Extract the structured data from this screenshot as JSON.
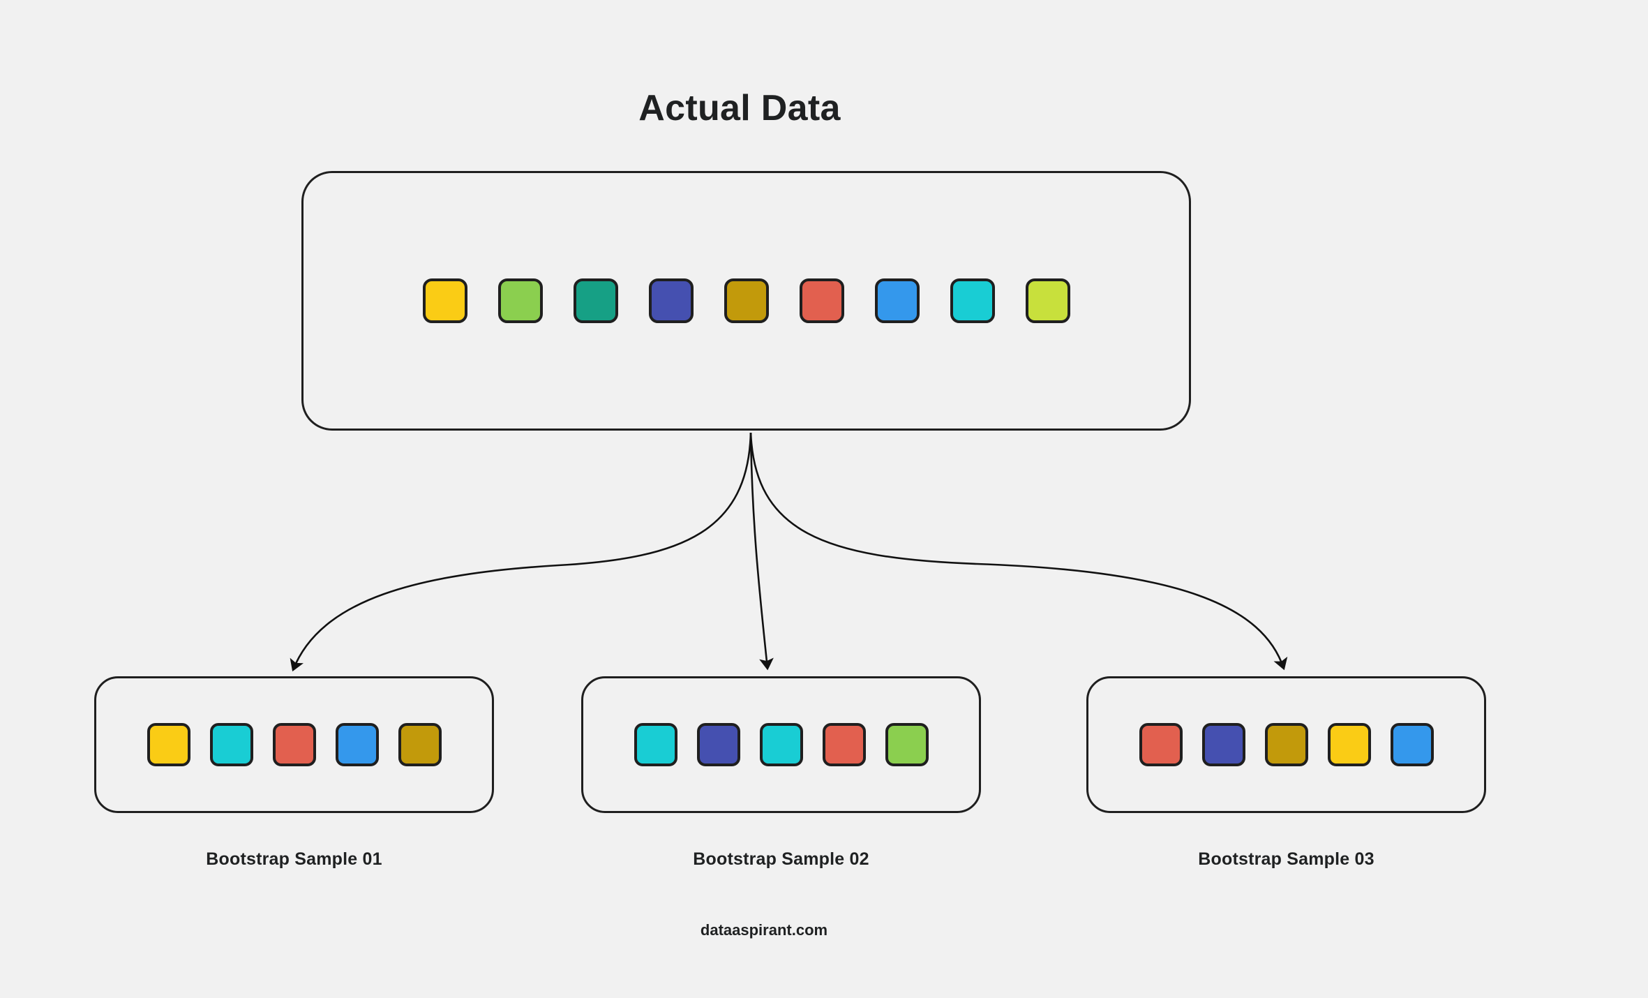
{
  "title": "Actual Data",
  "footer": "dataaspirant.com",
  "palette": {
    "background": "#f1f1f1",
    "stroke": "#1f1f1f",
    "text": "#1f2122",
    "yellow": "#facc15",
    "light_green": "#8bcf4f",
    "teal_green": "#16a085",
    "indigo": "#4550b0",
    "olive": "#c29a0b",
    "red": "#e2604f",
    "blue": "#3498ec",
    "cyan": "#19cdd4",
    "lime": "#c8e03c"
  },
  "actual_data": {
    "label": "Actual Data",
    "items": [
      {
        "index": 1,
        "color_name": "yellow",
        "color": "#facc15"
      },
      {
        "index": 2,
        "color_name": "light_green",
        "color": "#8bcf4f"
      },
      {
        "index": 3,
        "color_name": "teal_green",
        "color": "#16a085"
      },
      {
        "index": 4,
        "color_name": "indigo",
        "color": "#4550b0"
      },
      {
        "index": 5,
        "color_name": "olive",
        "color": "#c29a0b"
      },
      {
        "index": 6,
        "color_name": "red",
        "color": "#e2604f"
      },
      {
        "index": 7,
        "color_name": "blue",
        "color": "#3498ec"
      },
      {
        "index": 8,
        "color_name": "cyan",
        "color": "#19cdd4"
      },
      {
        "index": 9,
        "color_name": "lime",
        "color": "#c8e03c"
      }
    ]
  },
  "samples": [
    {
      "id": "sample-01",
      "label": "Bootstrap Sample 01",
      "items": [
        {
          "index": 1,
          "color_name": "yellow",
          "color": "#facc15"
        },
        {
          "index": 2,
          "color_name": "cyan",
          "color": "#19cdd4"
        },
        {
          "index": 3,
          "color_name": "red",
          "color": "#e2604f"
        },
        {
          "index": 4,
          "color_name": "blue",
          "color": "#3498ec"
        },
        {
          "index": 5,
          "color_name": "olive",
          "color": "#c29a0b"
        }
      ]
    },
    {
      "id": "sample-02",
      "label": "Bootstrap Sample 02",
      "items": [
        {
          "index": 1,
          "color_name": "cyan",
          "color": "#19cdd4"
        },
        {
          "index": 2,
          "color_name": "indigo",
          "color": "#4550b0"
        },
        {
          "index": 3,
          "color_name": "cyan",
          "color": "#19cdd4"
        },
        {
          "index": 4,
          "color_name": "red",
          "color": "#e2604f"
        },
        {
          "index": 5,
          "color_name": "light_green",
          "color": "#8bcf4f"
        }
      ]
    },
    {
      "id": "sample-03",
      "label": "Bootstrap Sample 03",
      "items": [
        {
          "index": 1,
          "color_name": "red",
          "color": "#e2604f"
        },
        {
          "index": 2,
          "color_name": "indigo",
          "color": "#4550b0"
        },
        {
          "index": 3,
          "color_name": "olive",
          "color": "#c29a0b"
        },
        {
          "index": 4,
          "color_name": "yellow",
          "color": "#facc15"
        },
        {
          "index": 5,
          "color_name": "blue",
          "color": "#3498ec"
        }
      ]
    }
  ],
  "connectors": [
    {
      "id": "arrow-to-sample-01",
      "from": "actual-data-box",
      "to": "sample-01"
    },
    {
      "id": "arrow-to-sample-02",
      "from": "actual-data-box",
      "to": "sample-02"
    },
    {
      "id": "arrow-to-sample-03",
      "from": "actual-data-box",
      "to": "sample-03"
    }
  ]
}
